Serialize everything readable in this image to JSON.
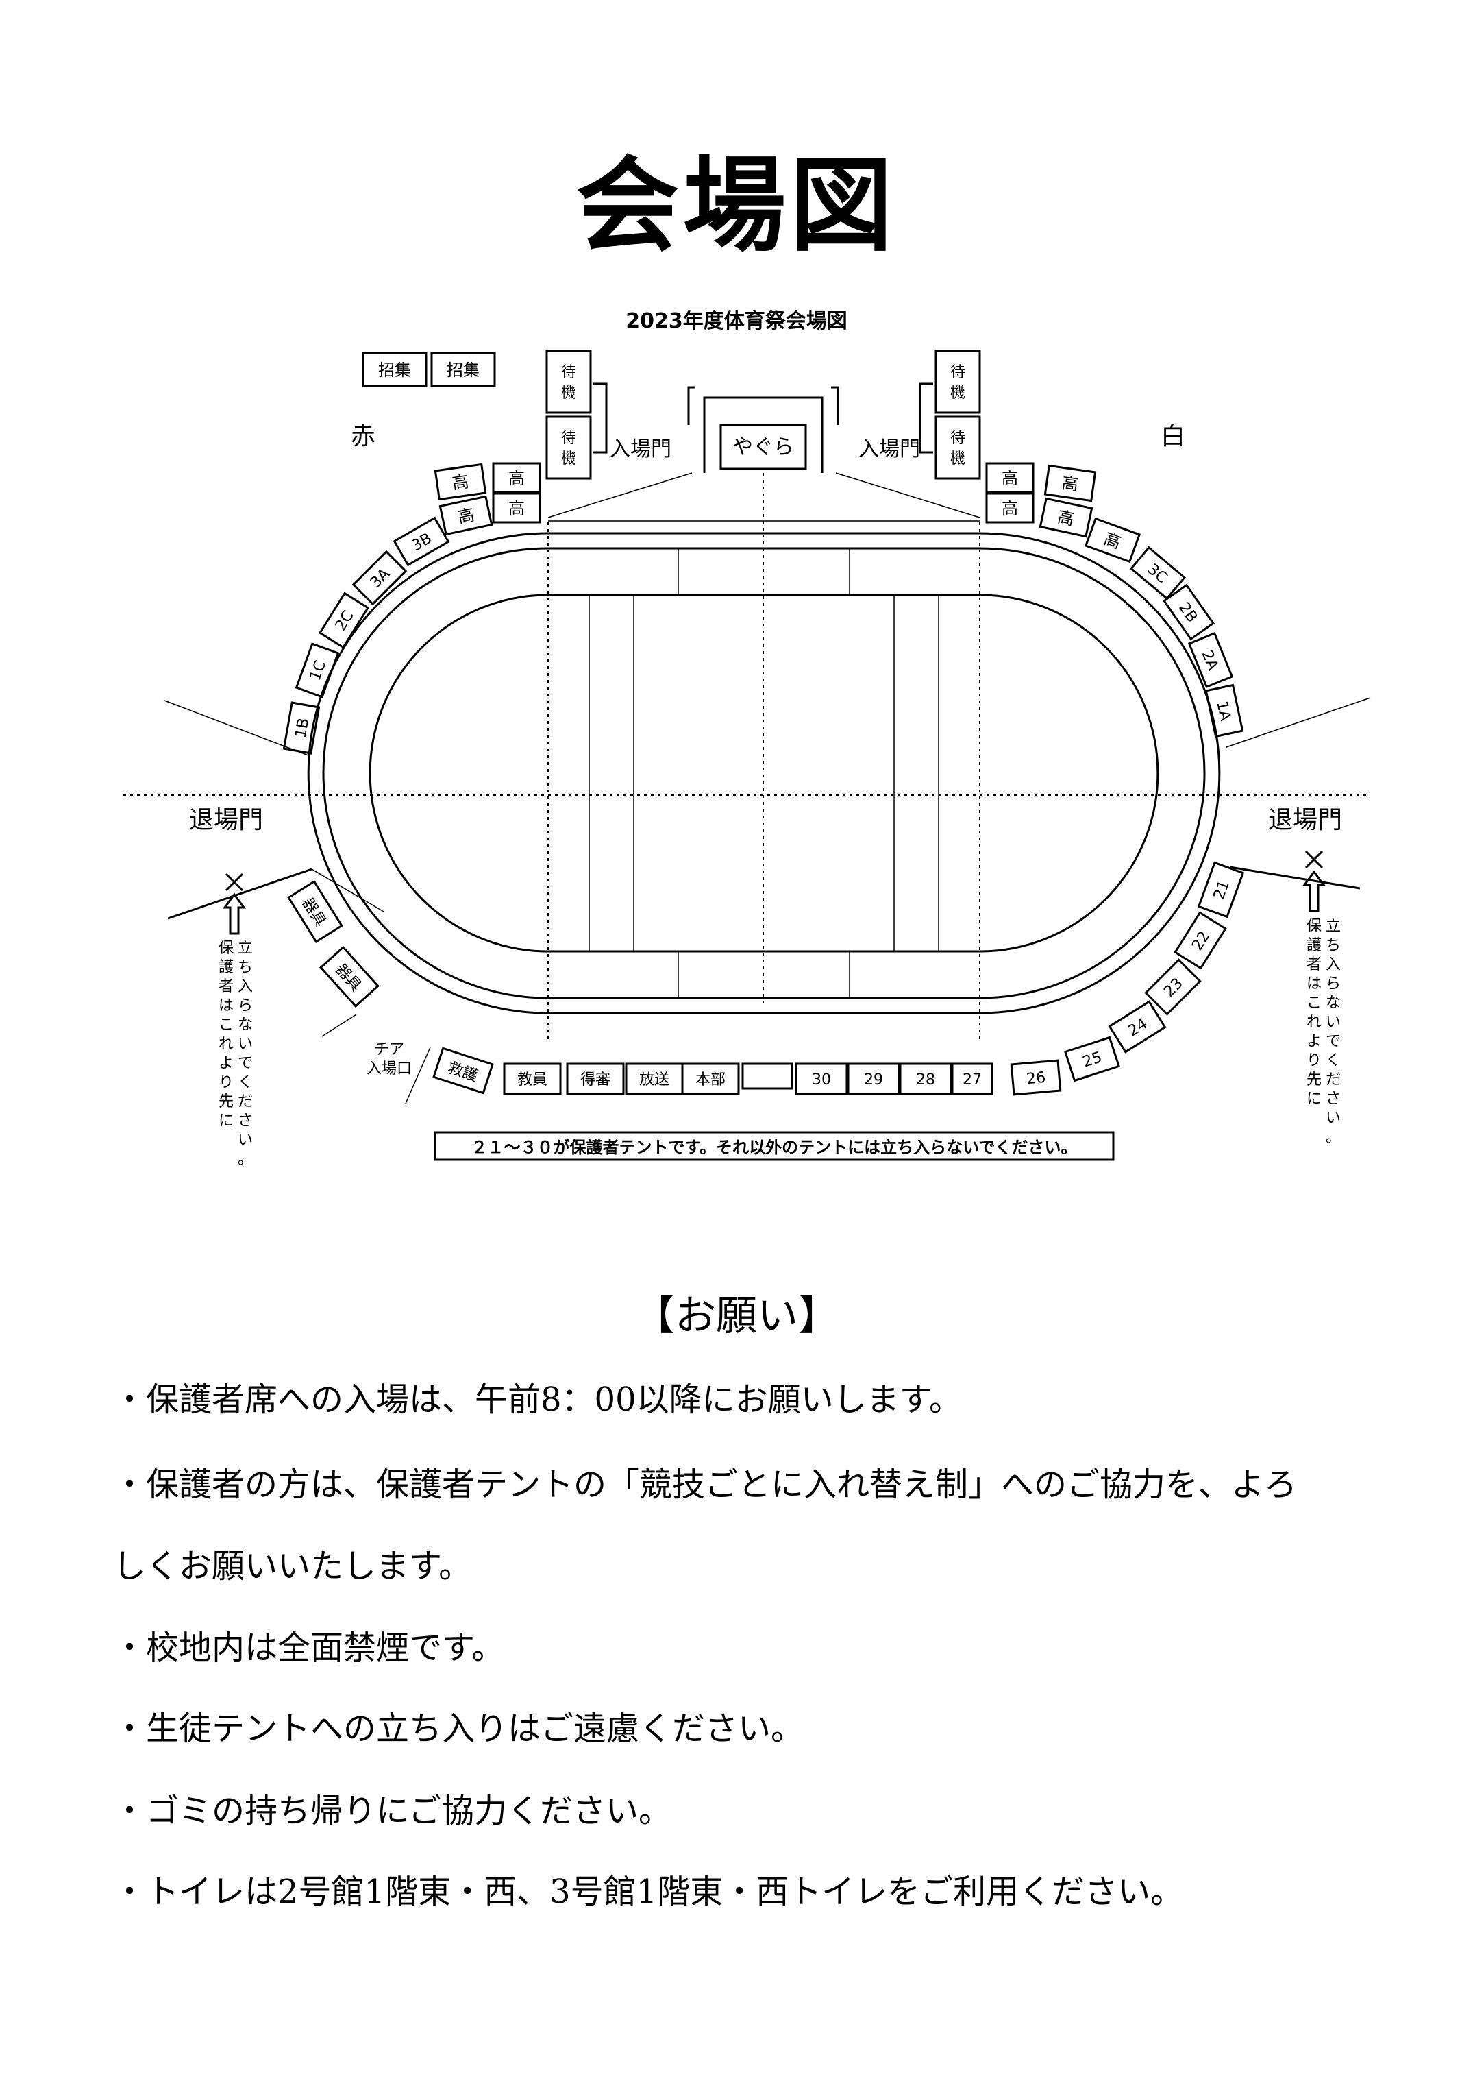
{
  "page": {
    "title": "会場図"
  },
  "map": {
    "title": "2023年度体育祭会場図",
    "side_left": "赤",
    "side_right": "白",
    "gather": [
      "招集",
      "招集"
    ],
    "wait": [
      "待",
      "機"
    ],
    "entrance_label": "入場門",
    "tower": "やぐら",
    "exit_label": "退場門",
    "high_label": "高",
    "left_tents": [
      "3B",
      "3A",
      "2C",
      "1C",
      "1B"
    ],
    "right_tents": [
      "3C",
      "2B",
      "2A",
      "1A"
    ],
    "equipment_label": "器具",
    "cheer_entrance": [
      "チア",
      "入場口"
    ],
    "rescue": "救護",
    "bottom_tents": [
      "教員",
      "得審",
      "放送",
      "本部"
    ],
    "parent_bottom": [
      "30",
      "29",
      "28",
      "27",
      "26",
      "25",
      "24",
      "23",
      "22",
      "21"
    ],
    "no_entry_note": [
      "保",
      "護",
      "者",
      "は",
      "こ",
      "れ",
      "よ",
      "り",
      "先",
      "に",
      "立",
      "ち",
      "入",
      "ら",
      "な",
      "い",
      "で",
      "く",
      "だ",
      "さ",
      "い",
      "。"
    ],
    "parent_tent_note": "２１～３０が保護者テントです。それ以外のテントには立ち入らないでください。"
  },
  "requests": {
    "heading": "【お願い】",
    "items": [
      "・保護者席への入場は、午前8：00以降にお願いします。",
      "・保護者の方は、保護者テントの「競技ごとに入れ替え制」へのご協力を、よろ",
      "しくお願いいたします。",
      "・校地内は全面禁煙です。",
      "・生徒テントへの立ち入りはご遠慮ください。",
      "・ゴミの持ち帰りにご協力ください。",
      "・トイレは2号館1階東・西、3号館1階東・西トイレをご利用ください。"
    ]
  }
}
